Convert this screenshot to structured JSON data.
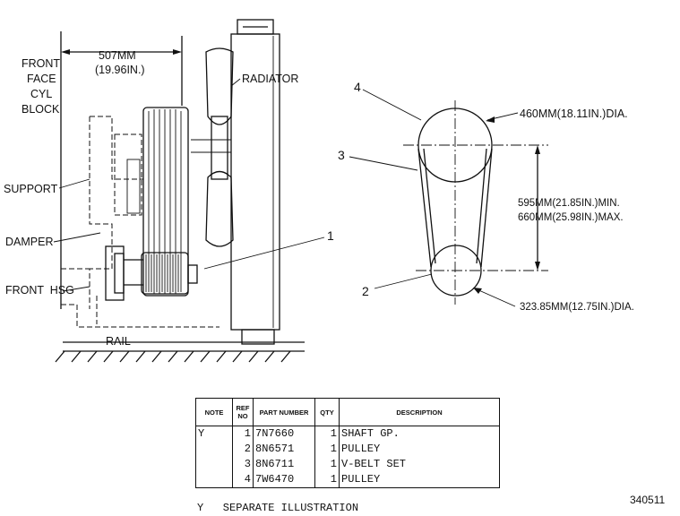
{
  "labels": {
    "dimension_top": "507MM",
    "dimension_top_inches": "(19.96IN.)",
    "front_face_1": "FRONT",
    "front_face_2": "FACE",
    "front_face_3": "CYL",
    "front_face_4": "BLOCK",
    "radiator": "RADIATOR",
    "support": "SUPPORT",
    "damper": "DAMPER",
    "front_hsg": "FRONT  HSG",
    "rail": "RAIL",
    "callout_1": "1",
    "callout_2": "2",
    "callout_3": "3",
    "callout_4": "4",
    "large_pulley_dia": "460MM(18.11IN.)DIA.",
    "center_distance_min": "595MM(21.85IN.)MIN.",
    "center_distance_max": "660MM(25.98IN.)MAX.",
    "small_pulley_dia": "323.85MM(12.75IN.)DIA."
  },
  "parts_table": {
    "headers": {
      "note": "NOTE",
      "ref": "REF NO",
      "part": "PART NUMBER",
      "qty": "QTY",
      "desc": "DESCRIPTION"
    },
    "rows": [
      {
        "note": "Y",
        "ref": "1",
        "part": "7N7660",
        "qty": "1",
        "desc": "SHAFT GP."
      },
      {
        "note": "",
        "ref": "2",
        "part": "8N6571",
        "qty": "1",
        "desc": "PULLEY"
      },
      {
        "note": "",
        "ref": "3",
        "part": "8N6711",
        "qty": "1",
        "desc": "V-BELT SET"
      },
      {
        "note": "",
        "ref": "4",
        "part": "7W6470",
        "qty": "1",
        "desc": "PULLEY"
      }
    ]
  },
  "footnote": "Y   SEPARATE ILLUSTRATION",
  "figure_number": "340511"
}
